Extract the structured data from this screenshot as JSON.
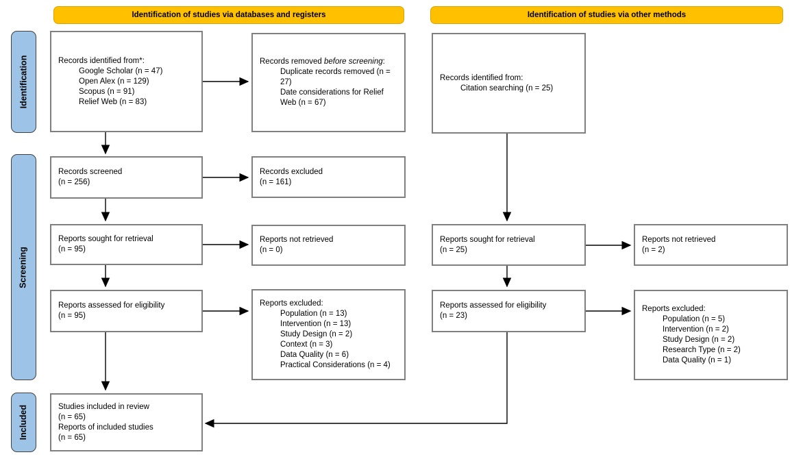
{
  "colors": {
    "banner_bg": "#FFC000",
    "banner_border": "#D9A400",
    "stage_bg": "#9DC3E6",
    "stage_border": "#404040",
    "box_border": "#7F7F7F",
    "arrow": "#000000"
  },
  "banners": {
    "databases": "Identification of studies via databases and registers",
    "other": "Identification of studies via other methods"
  },
  "stages": {
    "identification": "Identification",
    "screening": "Screening",
    "included": "Included"
  },
  "boxes": {
    "db_identified": {
      "title": "Records identified from*:",
      "items": [
        "Google Scholar (n = 47)",
        "Open Alex (n = 129)",
        "Scopus (n = 91)",
        "Relief Web (n = 83)"
      ]
    },
    "records_removed": {
      "title_prefix": "Records removed ",
      "title_italic": "before screening",
      "title_suffix": ":",
      "items": [
        "Duplicate records removed (n = 27)",
        "Date considerations for Relief Web (n = 67)"
      ]
    },
    "records_screened": {
      "lines": [
        "Records screened",
        "(n = 256)"
      ]
    },
    "records_excluded": {
      "lines": [
        "Records excluded",
        "(n = 161)"
      ]
    },
    "reports_sought_db": {
      "lines": [
        "Reports sought for retrieval",
        "(n = 95)"
      ]
    },
    "reports_not_retrieved_db": {
      "lines": [
        "Reports not retrieved",
        "(n = 0)"
      ]
    },
    "reports_assessed_db": {
      "lines": [
        "Reports assessed for eligibility",
        "(n = 95)"
      ]
    },
    "reports_excluded_db": {
      "title": "Reports excluded:",
      "items": [
        "Population (n = 13)",
        "Intervention (n = 13)",
        "Study Design (n = 2)",
        "Context (n = 3)",
        "Data Quality (n = 6)",
        "Practical Considerations (n = 4)"
      ]
    },
    "included": {
      "lines": [
        "Studies included in review",
        "(n = 65)",
        "Reports of included studies",
        "(n = 65)"
      ]
    },
    "citation_identified": {
      "title": "Records identified from:",
      "items": [
        "Citation searching (n = 25)"
      ]
    },
    "reports_sought_other": {
      "lines": [
        "Reports sought for retrieval",
        "(n = 25)"
      ]
    },
    "reports_not_retrieved_other": {
      "lines": [
        "Reports not retrieved",
        "(n = 2)"
      ]
    },
    "reports_assessed_other": {
      "lines": [
        "Reports assessed for eligibility",
        "(n = 23)"
      ]
    },
    "reports_excluded_other": {
      "title": "Reports excluded:",
      "items": [
        "Population (n = 5)",
        "Intervention (n = 2)",
        "Study Design (n = 2)",
        "Research Type (n = 2)",
        "Data Quality (n = 1)"
      ]
    }
  }
}
